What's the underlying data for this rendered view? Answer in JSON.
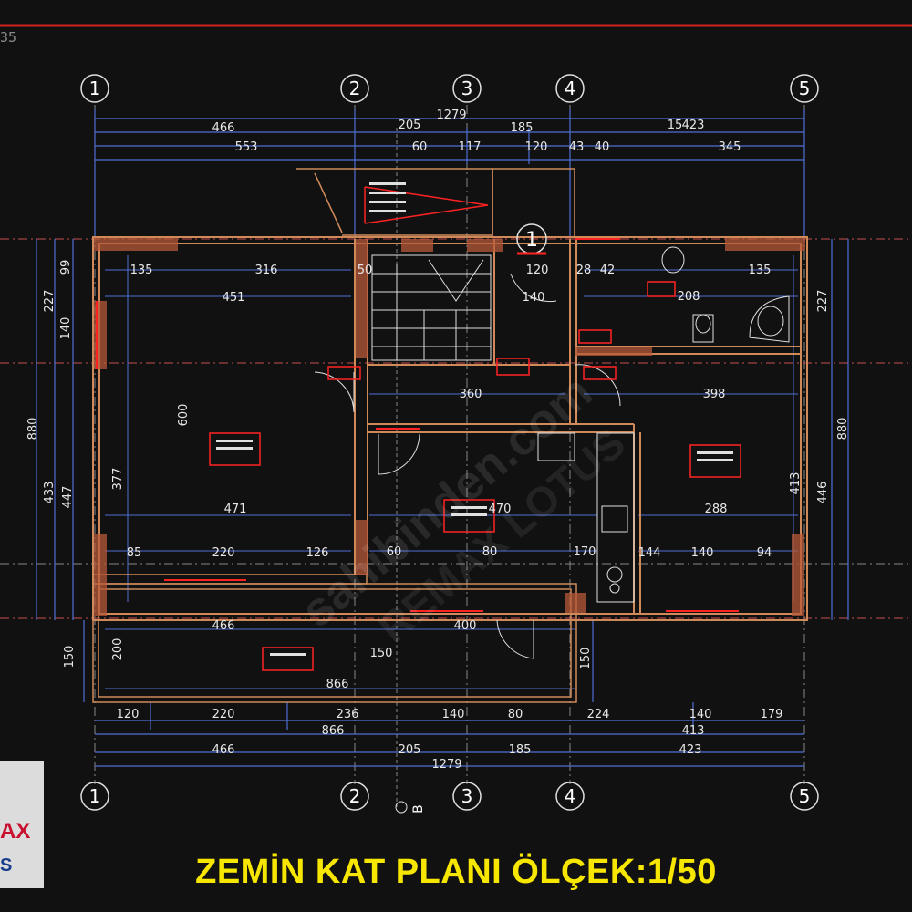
{
  "drawing": {
    "corner_number": "35",
    "title": "ZEMİN KAT PLANI  ÖLÇEK:1/50",
    "watermark_line1": "sahibinden.com",
    "watermark_line2": "REMAX LOTUS"
  },
  "logo": {
    "text_top": "AX",
    "text_bottom": "S",
    "color_red": "#c8102e",
    "color_blue": "#1a3e8c"
  },
  "axes": {
    "labels": [
      "1",
      "2",
      "3",
      "4",
      "5"
    ],
    "section_marker": "1",
    "section_letter": "B"
  },
  "dimensions": {
    "top_row1": [
      "466",
      "205",
      "1279",
      "185",
      "15",
      "423"
    ],
    "top_row2": [
      "553",
      "60",
      "117",
      "120",
      "43",
      "40",
      "345"
    ],
    "bottom_row1": [
      "120",
      "220",
      "236",
      "140",
      "80",
      "224",
      "140",
      "179"
    ],
    "bottom_row2": [
      "866",
      "413"
    ],
    "bottom_row3": [
      "466",
      "205",
      "185",
      "423"
    ],
    "bottom_row4": [
      "1279"
    ],
    "left_side": [
      "99",
      "227",
      "140",
      "880",
      "433",
      "447",
      "150",
      "200",
      "377",
      "600"
    ],
    "right_side": [
      "227",
      "880",
      "446",
      "413",
      "150"
    ],
    "interior": [
      "135",
      "316",
      "451",
      "471",
      "85",
      "220",
      "126",
      "466",
      "866",
      "120",
      "135",
      "208",
      "398",
      "288",
      "144",
      "140",
      "94",
      "470",
      "80",
      "170",
      "400",
      "360",
      "60",
      "150",
      "50",
      "28",
      "42",
      "140"
    ]
  },
  "colors": {
    "background": "#111111",
    "walls": "#d08a5a",
    "brick": "#b85a3a",
    "dim_lines": "#4f6fd6",
    "axis": "#e0e0e0",
    "red": "#ff2222",
    "title": "#f6e600"
  }
}
